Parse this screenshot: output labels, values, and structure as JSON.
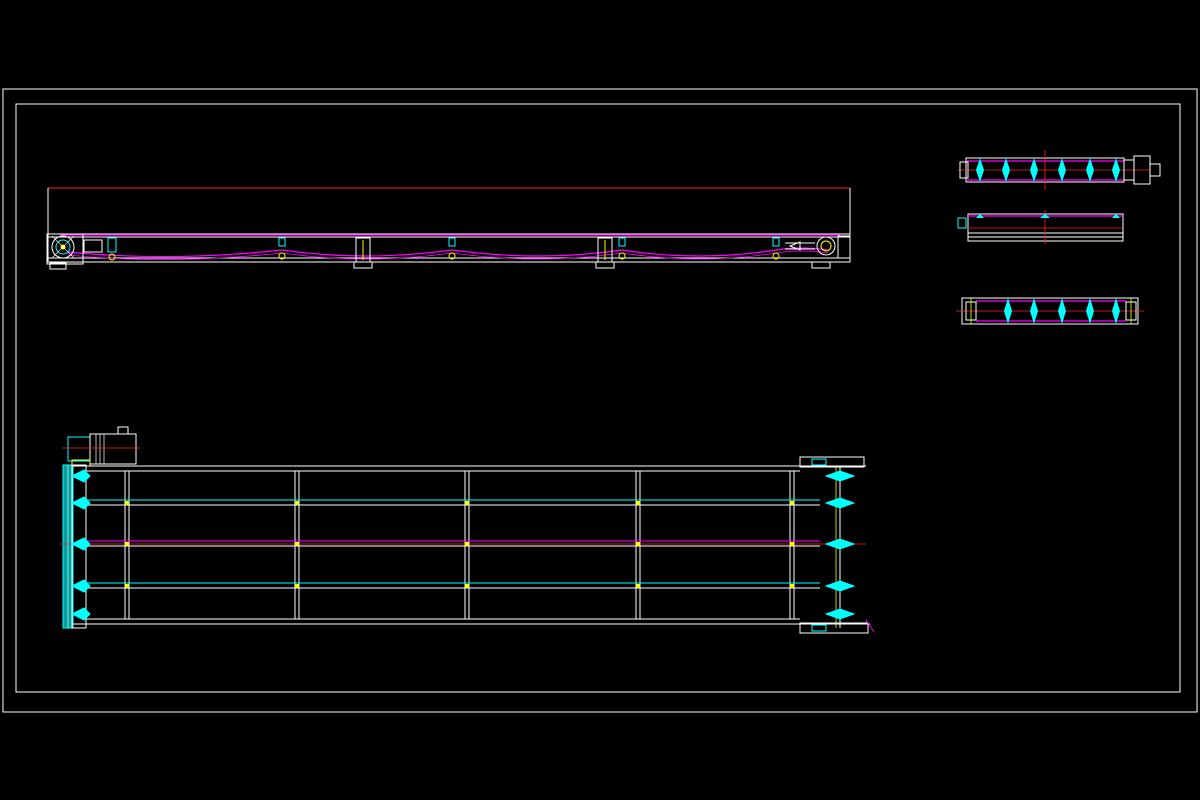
{
  "drawing": {
    "background": "#000000",
    "colors": {
      "frame": "#ffffff",
      "outline": "#ffffff",
      "belt": "#ff00ff",
      "centerline": "#ff2020",
      "accent": "#00ffff",
      "marker": "#ffff00"
    },
    "views": [
      {
        "id": "side-elevation",
        "kind": "conveyor side view"
      },
      {
        "id": "plan-view",
        "kind": "conveyor top view with drive motor"
      },
      {
        "id": "drive-roller-section",
        "kind": "roller detail"
      },
      {
        "id": "belt-section",
        "kind": "belt detail"
      },
      {
        "id": "tail-roller-section",
        "kind": "roller detail"
      }
    ],
    "plan": {
      "belt_lanes": 3,
      "bays": 5,
      "sprockets_per_roller": 5
    }
  }
}
